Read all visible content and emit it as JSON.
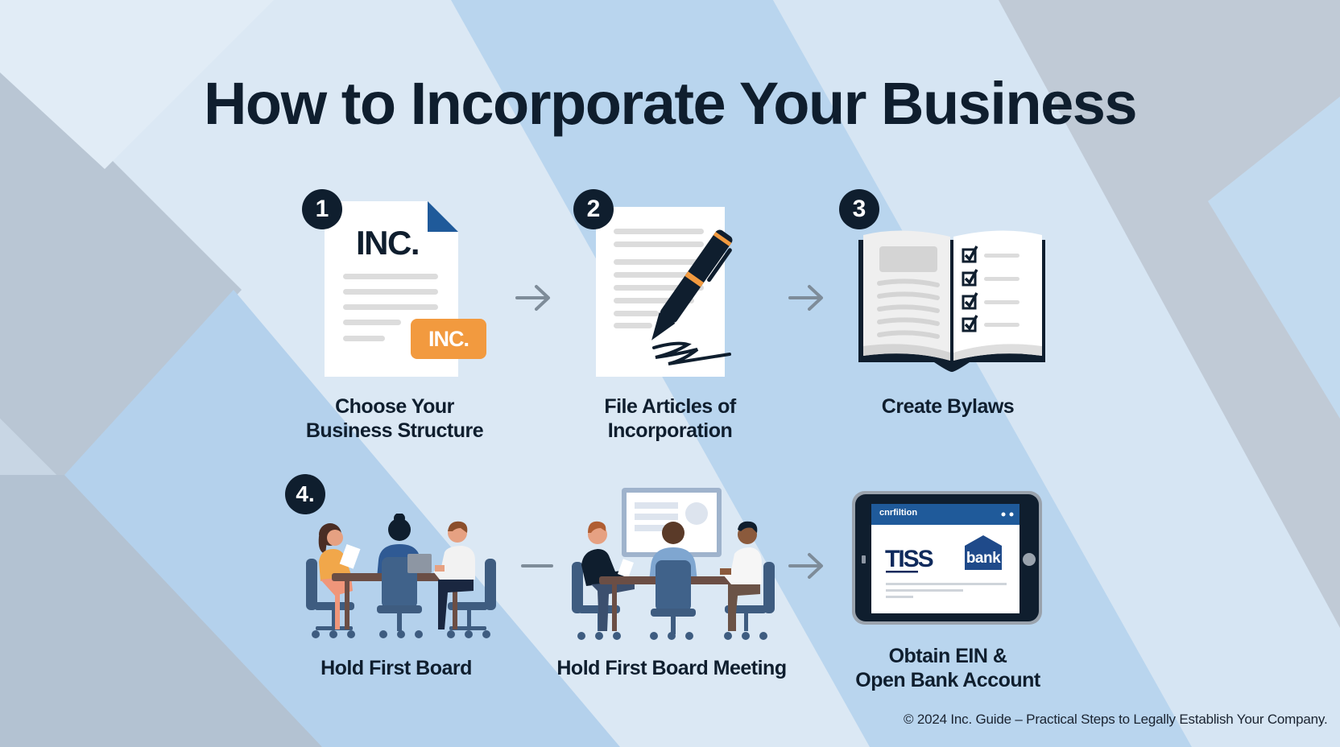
{
  "title": "How to Incorporate Your Business",
  "colors": {
    "navy": "#0f1e2e",
    "accent_blue": "#1f5a9a",
    "accent_orange": "#f29a3f",
    "background_light": "#dbe8f4",
    "background_mid": "#b9d5ee",
    "background_gray": "#b8c4d2",
    "arrow_gray": "#7e8c99"
  },
  "steps": [
    {
      "number": "1",
      "icon": "incorporation-document-icon",
      "doc_heading": "INC.",
      "stamp_label": "INC.",
      "caption_lines": [
        "Choose Your",
        "Business Structure"
      ]
    },
    {
      "number": "2",
      "icon": "document-with-pen-icon",
      "caption_lines": [
        "File Articles of",
        "Incorporation"
      ]
    },
    {
      "number": "3",
      "icon": "open-book-checklist-icon",
      "caption_lines": [
        "Create Bylaws"
      ]
    },
    {
      "number": "4.",
      "icon": "board-meeting-group-icon",
      "caption_lines": [
        "Hold First Board"
      ]
    },
    {
      "number": "",
      "icon": "board-meeting-presentation-icon",
      "caption_lines": [
        "Hold First Board Meeting"
      ]
    },
    {
      "number": "",
      "icon": "tablet-bank-icon",
      "tablet": {
        "header_text": "cnrfiltion",
        "logo_text": "TISS",
        "bank_label": "bank"
      },
      "caption_lines": [
        "Obtain EIN &",
        "Open Bank Account"
      ]
    }
  ],
  "connectors": [
    "arrow-right",
    "arrow-right",
    "dash",
    "arrow-right"
  ],
  "footer": "© 2024 Inc. Guide – Practical Steps to Legally Establish Your Company."
}
